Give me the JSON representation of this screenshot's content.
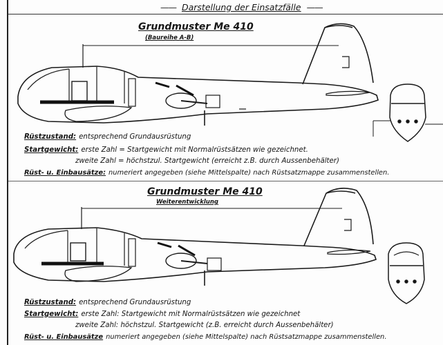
{
  "header": {
    "title": "Darstellung der Einsatzfälle"
  },
  "sections": [
    {
      "title": "Grundmuster Me 410",
      "subtitle": "(Baureihe A-B)",
      "notes": [
        {
          "label": "Rüstzustand:",
          "text": "entsprechend Grundausrüstung"
        },
        {
          "label": "Startgewicht:",
          "text": "erste Zahl = Startgewicht mit Normalrüstsätzen wie gezeichnet."
        },
        {
          "label": "",
          "text": "zweite Zahl = höchstzul. Startgewicht (erreicht z.B. durch Aussenbehälter)"
        },
        {
          "label": "Rüst- u. Einbausätze:",
          "text": "numeriert angegeben (siehe Mittelspalte) nach Rüstsatzmappe zusammenstellen."
        }
      ]
    },
    {
      "title": "Grundmuster Me 410",
      "subtitle": "Weiterentwicklung",
      "notes": [
        {
          "label": "Rüstzustand:",
          "text": "entsprechend Grundausrüstung"
        },
        {
          "label": "Startgewicht:",
          "text": "erste Zahl: Startgewicht mit Normalrüstsätzen wie gezeichnet"
        },
        {
          "label": "",
          "text": "zweite Zahl: höchstzul. Startgewicht (z.B. erreicht durch Aussenbehälter)"
        },
        {
          "label": "Rüst- u. Einbausätze",
          "text": "numeriert angegeben (siehe Mittelspalte) nach Rüstsatzmappe zusammenstellen."
        }
      ]
    }
  ]
}
